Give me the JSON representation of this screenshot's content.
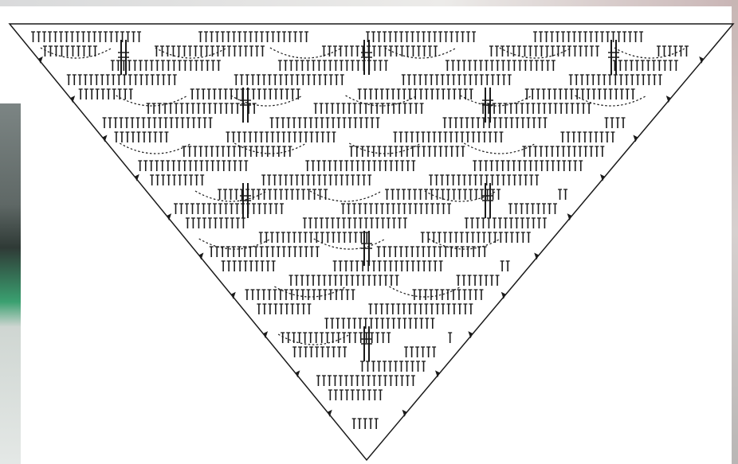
{
  "diagram": {
    "kind": "crochet-chart",
    "shape": "triangle-shawl",
    "symbols": {
      "chain": "chain-oval",
      "double_crochet": "t-stitch",
      "treble": "double-crossed-stitch",
      "edge_marker": "triangle-marker"
    },
    "colors": {
      "ink": "#1a1a1a",
      "paper": "#ffffff",
      "background_photo_dark": "#2f3a36",
      "background_photo_green": "#3aa070"
    }
  }
}
